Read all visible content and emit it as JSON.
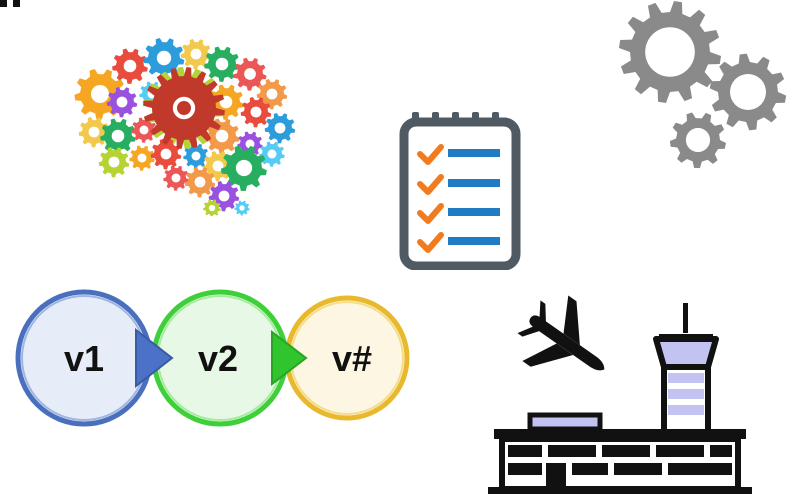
{
  "versions": {
    "items": [
      {
        "label": "v1"
      },
      {
        "label": "v2"
      },
      {
        "label": "v#"
      }
    ]
  },
  "colors": {
    "v1_fill": "#e6edf8",
    "v1_stroke": "#4a6fbd",
    "v2_fill": "#e8f8e6",
    "v2_stroke": "#3fcf3a",
    "v3_fill": "#fdf6e3",
    "v3_stroke": "#e8b92c",
    "gear_gray": "#8a8a8a",
    "checklist_frame": "#505a63",
    "check_orange": "#f07c1f",
    "list_blue": "#1f7bc2",
    "tower_lavender": "#c3c3f2"
  },
  "icons": [
    "brain-gears-icon",
    "gears-icon",
    "checklist-icon",
    "airplane-icon",
    "airport-icon"
  ]
}
